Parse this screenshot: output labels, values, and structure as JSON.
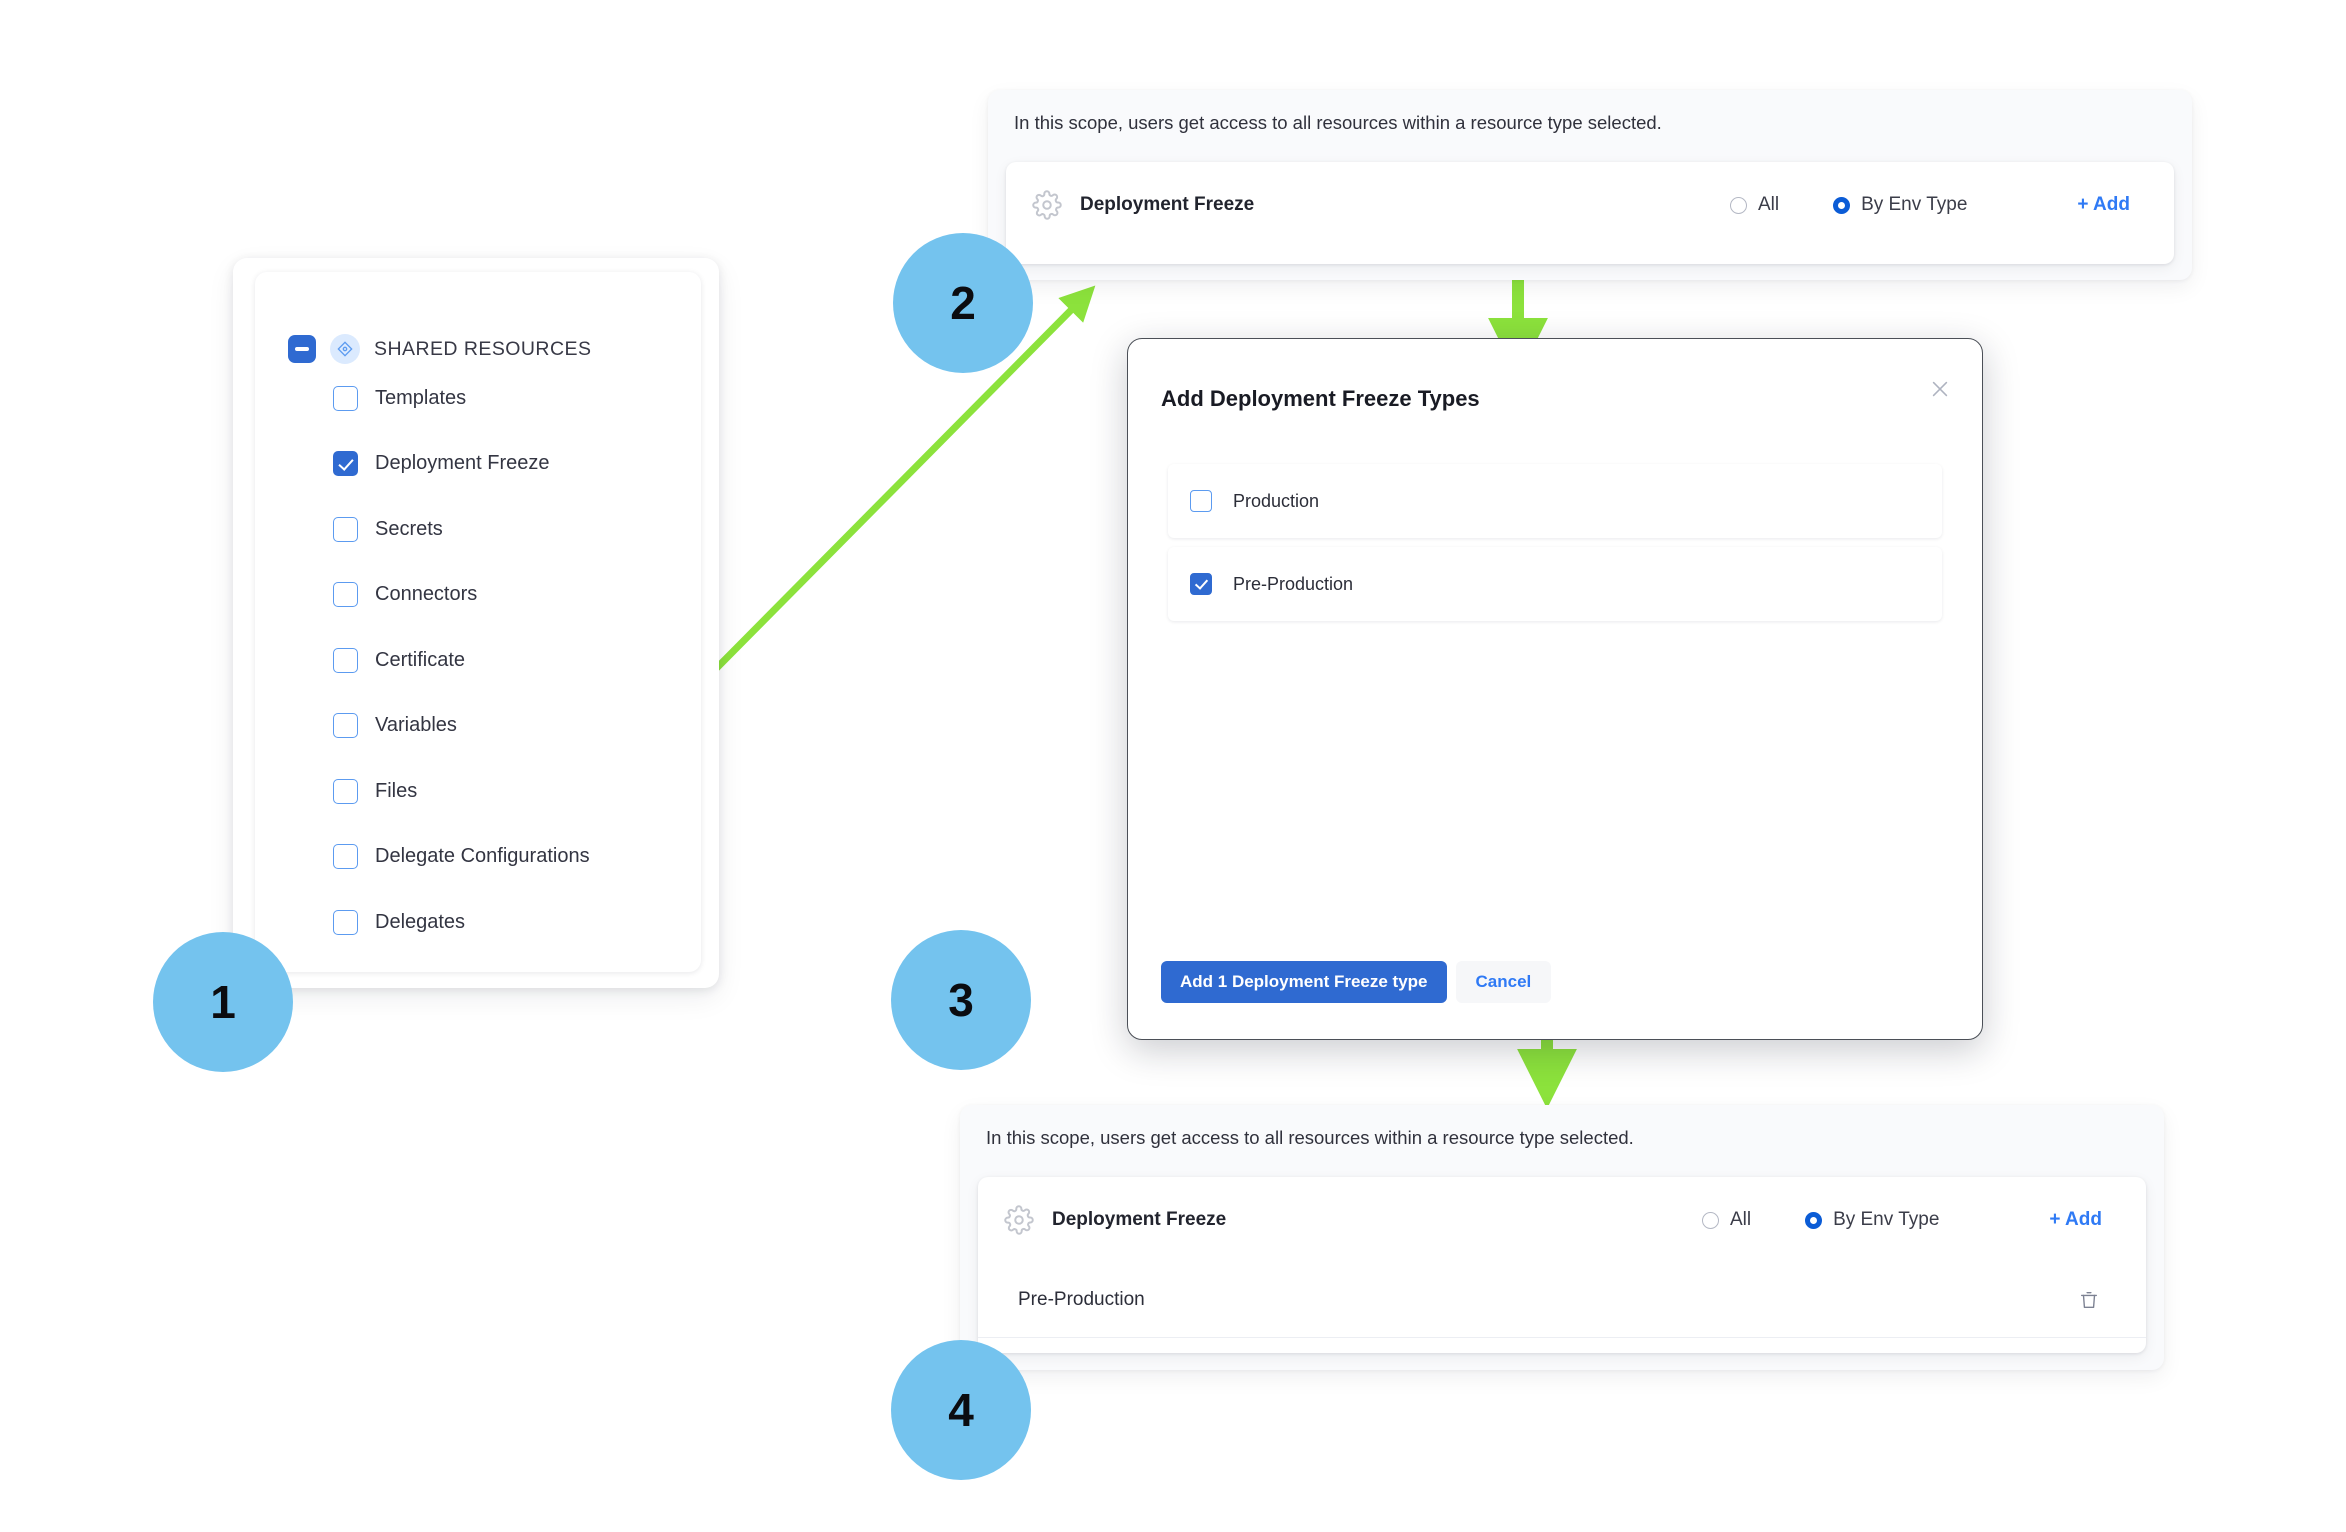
{
  "theme": {
    "accent_blue": "#2f6ad1",
    "link_blue": "#2f7af5",
    "radio_blue": "#0b5cd6",
    "step_badge_blue": "#74c3ee",
    "arrow_green": "#8ce23c",
    "panel_bg": "#f9fafc"
  },
  "steps": [
    {
      "number": "1"
    },
    {
      "number": "2"
    },
    {
      "number": "3"
    },
    {
      "number": "4"
    }
  ],
  "shared_resources": {
    "header_label": "SHARED RESOURCES",
    "header_toggle_icon": "minus-icon",
    "header_type_icon": "diamond-icon",
    "items": [
      {
        "label": "Templates",
        "checked": false
      },
      {
        "label": "Deployment Freeze",
        "checked": true
      },
      {
        "label": "Secrets",
        "checked": false
      },
      {
        "label": "Connectors",
        "checked": false
      },
      {
        "label": "Certificate",
        "checked": false
      },
      {
        "label": "Variables",
        "checked": false
      },
      {
        "label": "Files",
        "checked": false
      },
      {
        "label": "Delegate Configurations",
        "checked": false
      },
      {
        "label": "Delegates",
        "checked": false
      }
    ]
  },
  "scope_panel_before": {
    "note": "In this scope, users get access to all resources within a resource type selected.",
    "resource_icon": "gear-icon",
    "resource_title": "Deployment Freeze",
    "options": [
      {
        "label": "All",
        "selected": false
      },
      {
        "label": "By Env Type",
        "selected": true
      }
    ],
    "add_label": "+ Add",
    "chips": []
  },
  "modal": {
    "title": "Add Deployment Freeze Types",
    "close_icon": "close-icon",
    "options": [
      {
        "label": "Production",
        "checked": false
      },
      {
        "label": "Pre-Production",
        "checked": true
      }
    ],
    "primary_button": "Add 1 Deployment Freeze type",
    "secondary_button": "Cancel"
  },
  "scope_panel_after": {
    "note": "In this scope, users get access to all resources within a resource type selected.",
    "resource_icon": "gear-icon",
    "resource_title": "Deployment Freeze",
    "options": [
      {
        "label": "All",
        "selected": false
      },
      {
        "label": "By Env Type",
        "selected": true
      }
    ],
    "add_label": "+ Add",
    "chips": [
      {
        "label": "Pre-Production",
        "delete_icon": "trash-icon"
      }
    ]
  }
}
